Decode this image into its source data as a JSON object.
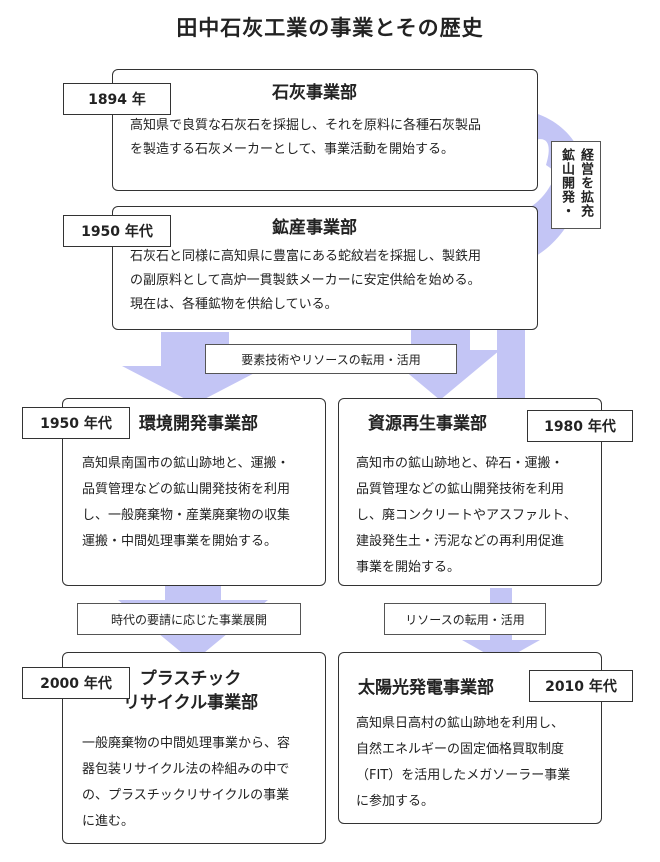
{
  "title": "田中石灰工業の事業とその歴史",
  "colors": {
    "arrow": "#c3c5f5",
    "border": "#333333"
  },
  "departments": [
    {
      "year": "1894 年",
      "name": "石灰事業部",
      "lines": [
        "高知県で良質な石灰石を採掘し、それを原料に各種石灰製品",
        "を製造する石灰メーカーとして、事業活動を開始する。"
      ]
    },
    {
      "year": "1950 年代",
      "name": "鉱産事業部",
      "lines": [
        "石灰石と同様に高知県に豊富にある蛇紋岩を採掘し、製鉄用",
        "の副原料として高炉一貫製鉄メーカーに安定供給を始める。",
        "現在は、各種鉱物を供給している。"
      ]
    },
    {
      "year": "1950 年代",
      "name": "環境開発事業部",
      "lines": [
        "高知県南国市の鉱山跡地と、運搬・",
        "品質管理などの鉱山開発技術を利用",
        "し、一般廃棄物・産業廃棄物の収集",
        "運搬・中間処理事業を開始する。"
      ]
    },
    {
      "year": "1980 年代",
      "name": "資源再生事業部",
      "lines": [
        "高知市の鉱山跡地と、砕石・運搬・",
        "品質管理などの鉱山開発技術を利用",
        "し、廃コンクリートやアスファルト、",
        "建設発生土・汚泥などの再利用促進",
        "事業を開始する。"
      ]
    },
    {
      "year": "2000 年代",
      "name_lines": [
        "プラスチック",
        "リサイクル事業部"
      ],
      "lines": [
        "一般廃棄物の中間処理事業から、容",
        "器包装リサイクル法の枠組みの中で",
        "の、プラスチックリサイクルの事業",
        "に進む。"
      ]
    },
    {
      "year": "2010 年代",
      "name": "太陽光発電事業部",
      "lines": [
        "高知県日高村の鉱山跡地を利用し、",
        "自然エネルギーの固定価格買取制度",
        "（FIT）を活用したメガソーラー事業",
        "に参加する。"
      ]
    }
  ],
  "connectors": {
    "mining": {
      "col1": "鉱山開発・",
      "col2": "経営を拡充"
    },
    "tech_transfer": "要素技術やリソースの転用・活用",
    "era_demand": "時代の要請に応じた事業展開",
    "resource_transfer": "リソースの転用・活用"
  }
}
